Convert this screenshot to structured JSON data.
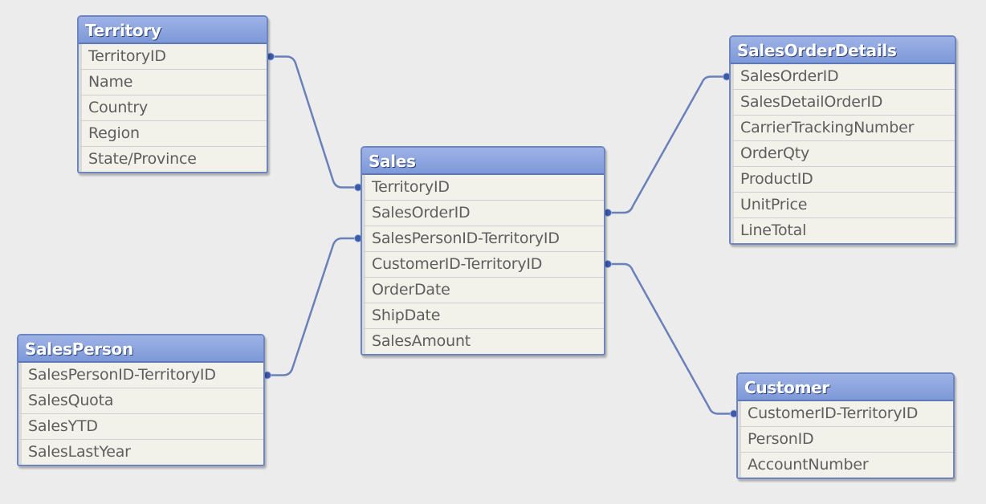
{
  "tables": {
    "territory": {
      "title": "Territory",
      "fields": [
        "TerritoryID",
        "Name",
        "Country",
        "Region",
        "State/Province"
      ]
    },
    "sales": {
      "title": "Sales",
      "fields": [
        "TerritoryID",
        "SalesOrderID",
        "SalesPersonID-TerritoryID",
        "CustomerID-TerritoryID",
        "OrderDate",
        "ShipDate",
        "SalesAmount"
      ]
    },
    "sales_order_details": {
      "title": "SalesOrderDetails",
      "fields": [
        "SalesOrderID",
        "SalesDetailOrderID",
        "CarrierTrackingNumber",
        "OrderQty",
        "ProductID",
        "UnitPrice",
        "LineTotal"
      ]
    },
    "sales_person": {
      "title": "SalesPerson",
      "fields": [
        "SalesPersonID-TerritoryID",
        "SalesQuota",
        "SalesYTD",
        "SalesLastYear"
      ]
    },
    "customer": {
      "title": "Customer",
      "fields": [
        "CustomerID-TerritoryID",
        "PersonID",
        "AccountNumber"
      ]
    }
  },
  "links": [
    {
      "from": "territory.TerritoryID",
      "to": "sales.TerritoryID"
    },
    {
      "from": "sales.SalesOrderID",
      "to": "sales_order_details.SalesOrderID"
    },
    {
      "from": "sales_person.SalesPersonID-TerritoryID",
      "to": "sales.SalesPersonID-TerritoryID"
    },
    {
      "from": "sales.CustomerID-TerritoryID",
      "to": "customer.CustomerID-TerritoryID"
    }
  ],
  "colors": {
    "header": "#7e99d9",
    "border": "#6d86bf",
    "link": "#6a80b8",
    "body": "#f2f1ea",
    "background": "#ececec"
  }
}
